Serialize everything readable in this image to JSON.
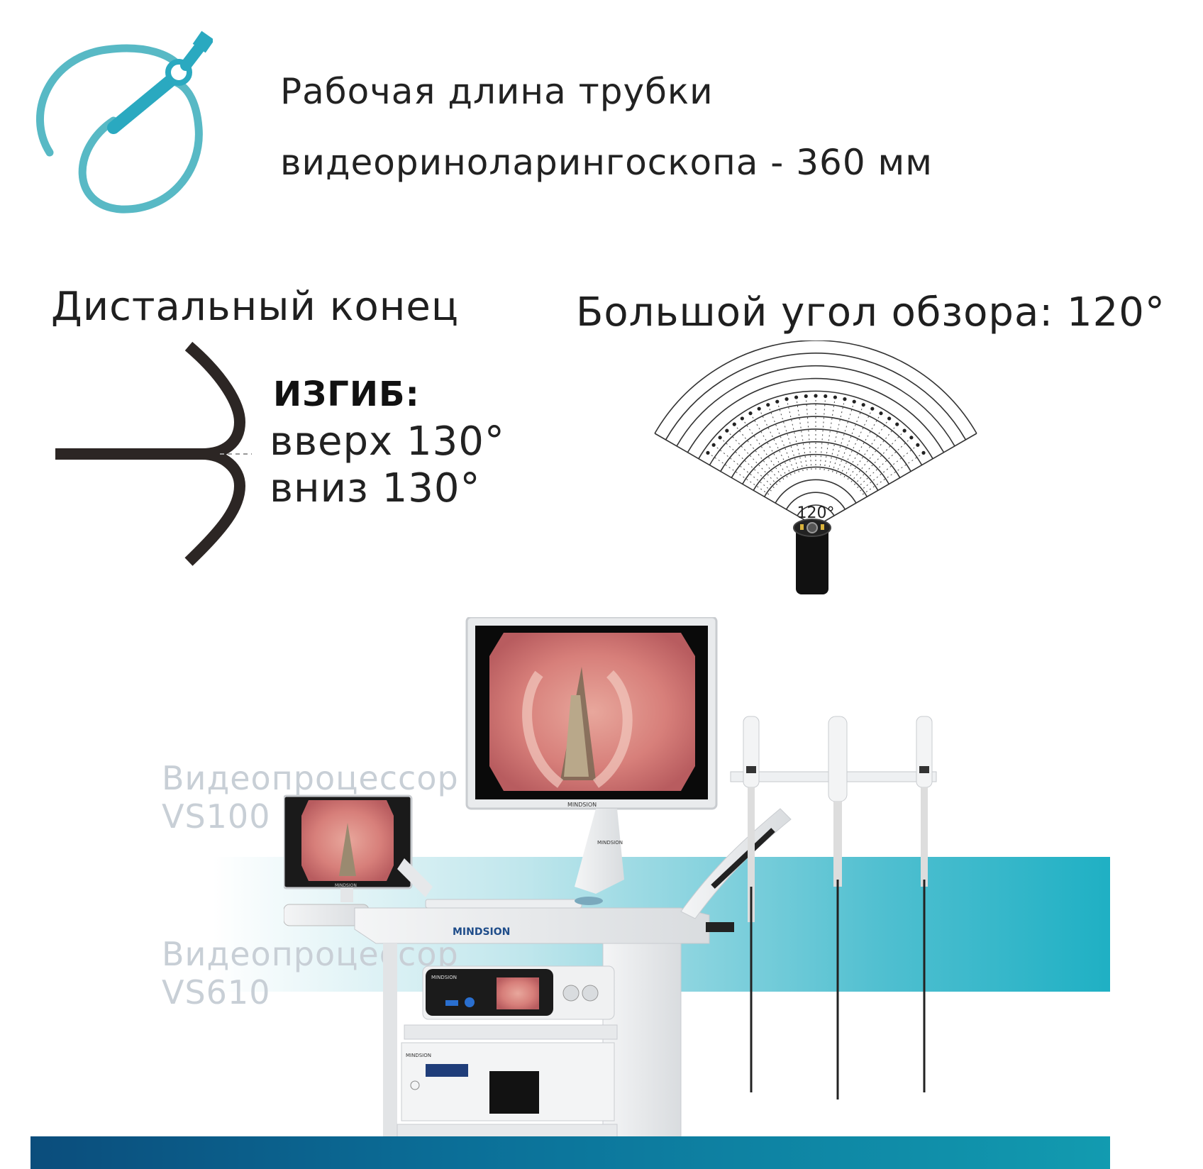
{
  "header": {
    "line1": "Рабочая длина трубки",
    "line2": "видеориноларингоскопа - 360 мм"
  },
  "distal": {
    "title": "Дистальный конец",
    "bend_label": "ИЗГИБ:",
    "up": "вверх 130°",
    "down": "вниз 130°"
  },
  "view": {
    "title": "Большой угол обзора: 120°",
    "angle_label": "120°",
    "angle_value": 120
  },
  "processors": {
    "vs100_line1": "Видеопроцессор",
    "vs100_line2": "VS100",
    "vs610_line1": "Видеопроцессор",
    "vs610_line2": "VS610"
  },
  "branding": {
    "cart": "MINDSION",
    "monitor": "MINDSION",
    "arm": "MINDSION",
    "small_monitor": "MINDSION",
    "processor_top": "MINDSION",
    "processor_bottom": "MINDSION"
  },
  "colors": {
    "accent_teal": "#2aa9c0",
    "icon_teal": "#58b9c5",
    "bend_dark": "#2c2624",
    "bottom_bar": "#0b5a86"
  }
}
